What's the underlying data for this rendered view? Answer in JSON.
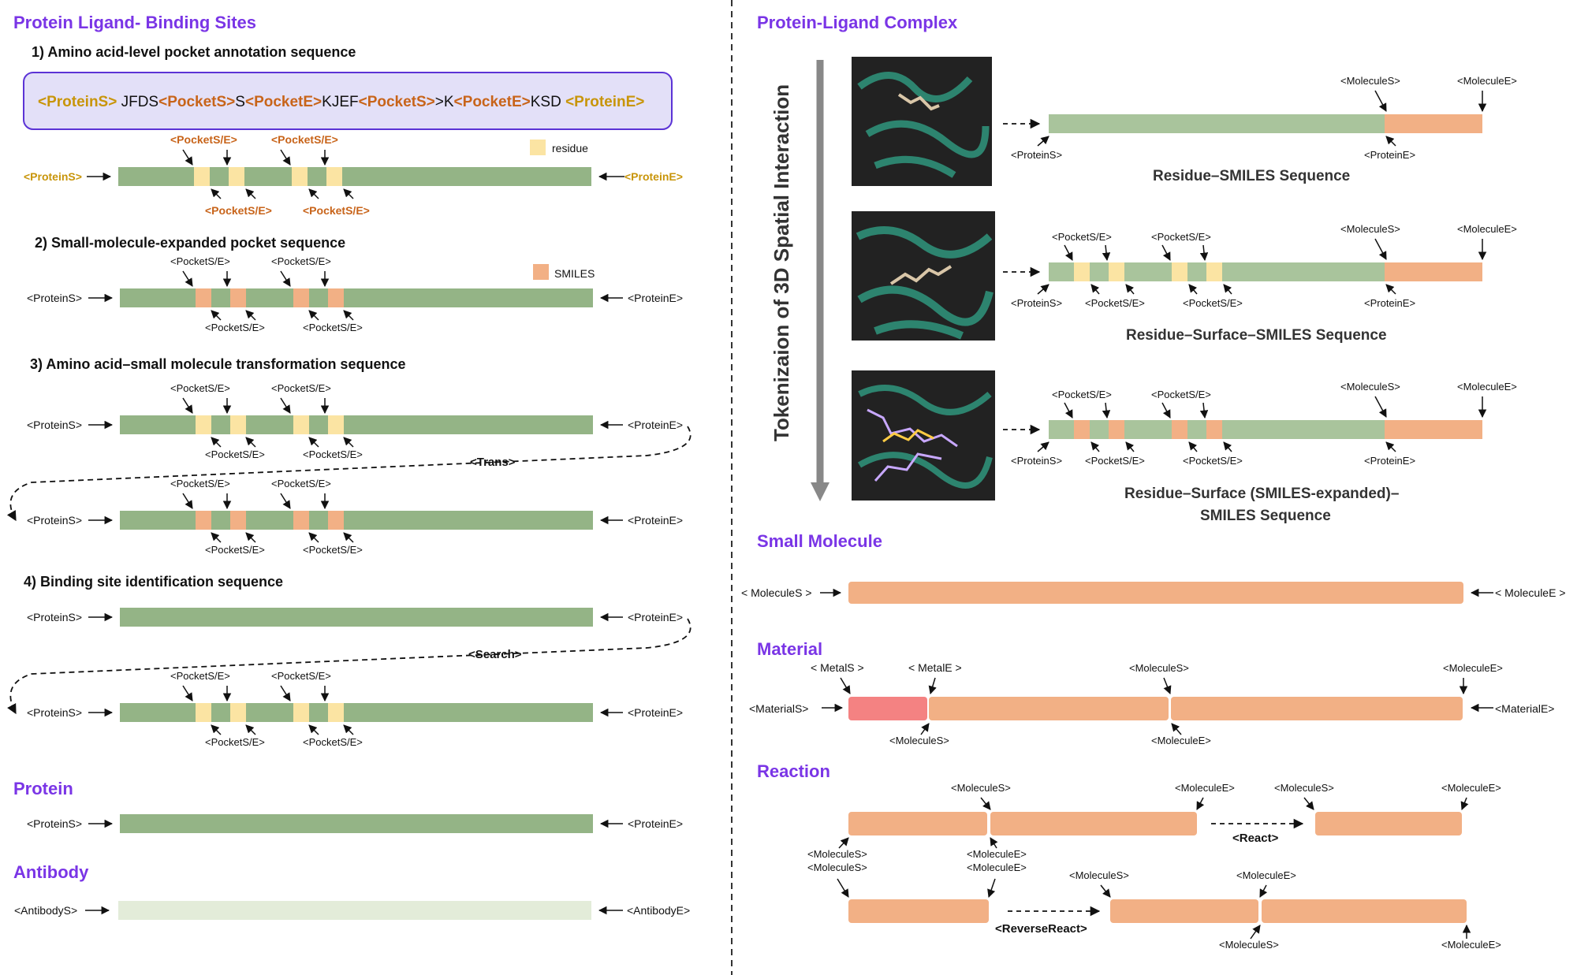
{
  "colors": {
    "heading": "#7a35e6",
    "protein_bar": "#94b486",
    "protein_bar_light": "#a9c49c",
    "antibody_bar": "#e3ecd9",
    "residue": "#fbe4a3",
    "smiles": "#f2b085",
    "metal": "#f48282",
    "seq_box_fill": "#e3e0f8",
    "seq_box_border": "#5b33d6",
    "gold_token": "#c8950a",
    "rust_token": "#c8641a",
    "cartoon_bg": "#222222",
    "cartoon": "#2f8f78"
  },
  "headings": {
    "binding_sites": "Protein Ligand- Binding Sites",
    "protein": "Protein",
    "antibody": "Antibody",
    "complex": "Protein-Ligand Complex",
    "small_molecule": "Small Molecule",
    "material": "Material",
    "reaction": "Reaction"
  },
  "subheads": {
    "s1": "1) Amino acid-level pocket annotation sequence",
    "s2": "2) Small-molecule-expanded pocket sequence",
    "s3": "3) Amino acid–small molecule transformation sequence",
    "s4": "4) Binding site identification sequence"
  },
  "sequence_box": [
    {
      "text": "<ProteinS>",
      "style": "gold"
    },
    {
      "text": " JFDS",
      "style": "plain"
    },
    {
      "text": "<PocketS>",
      "style": "rust"
    },
    {
      "text": "S",
      "style": "plain"
    },
    {
      "text": "<PocketE>",
      "style": "rust"
    },
    {
      "text": "KJEF",
      "style": "plain"
    },
    {
      "text": "<PocketS>",
      "style": "rust"
    },
    {
      "text": ">K",
      "style": "plain"
    },
    {
      "text": "<PocketE>",
      "style": "rust"
    },
    {
      "text": "KSD ",
      "style": "plain"
    },
    {
      "text": "<ProteinE>",
      "style": "gold"
    }
  ],
  "tokens": {
    "protein_s": "<ProteinS>",
    "protein_e": "<ProteinE>",
    "pocket_se": "<PocketS/E>",
    "antibody_s": "<AntibodyS>",
    "antibody_e": "<AntibodyE>",
    "molecule_s": "<MoleculeS>",
    "molecule_e": "<MoleculeE>",
    "molecule_s_spaced": "< MoleculeS >",
    "molecule_e_spaced": "< MoleculeE >",
    "metal_s": "< MetalS >",
    "metal_e": "< MetalE >",
    "material_s": "<MaterialS>",
    "material_e": "<MaterialE>"
  },
  "legend": {
    "residue": "residue",
    "smiles": "SMILES"
  },
  "ops": {
    "trans": "<Trans>",
    "search": "<Search>",
    "react": "<React>",
    "reverse_react": "<ReverseReact>"
  },
  "complex": {
    "axis_label": "Tokenizaion of 3D Spatial Interaction",
    "caption1": "Residue–SMILES Sequence",
    "caption2": "Residue–Surface–SMILES Sequence",
    "caption3_line1": "Residue–Surface (SMILES-expanded)–",
    "caption3_line2": "SMILES Sequence"
  }
}
